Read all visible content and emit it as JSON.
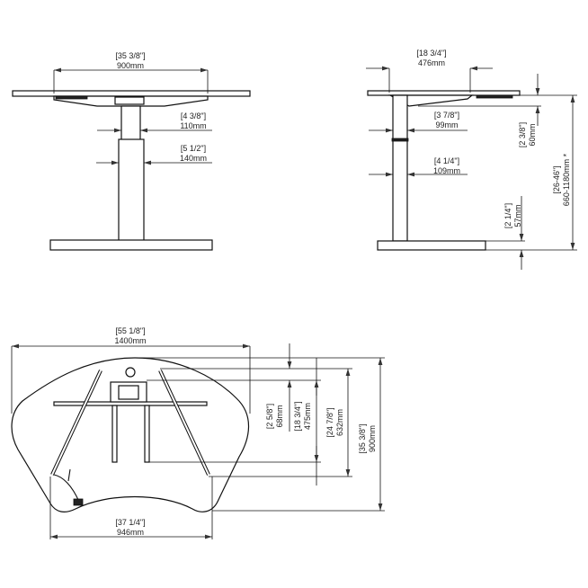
{
  "front_view": {
    "width": {
      "inch": "[35 3/8\"]",
      "mm": "900mm"
    },
    "upper_column": {
      "inch": "[4 3/8\"]",
      "mm": "110mm"
    },
    "lower_column": {
      "inch": "[5 1/2\"]",
      "mm": "140mm"
    }
  },
  "side_view": {
    "depth": {
      "inch": "[18 3/4\"]",
      "mm": "476mm"
    },
    "upper_column": {
      "inch": "[3 7/8\"]",
      "mm": "99mm"
    },
    "lower_column": {
      "inch": "[4 1/4\"]",
      "mm": "109mm"
    },
    "frame_drop": {
      "inch": "[2 3/8\"]",
      "mm": "60mm"
    },
    "height_range": {
      "inch": "[26-46\"]",
      "mm": "660-1180mm *"
    },
    "base_height": {
      "inch": "[2 1/4\"]",
      "mm": "57mm"
    }
  },
  "plan_view": {
    "width": {
      "inch": "[55 1/8\"]",
      "mm": "1400mm"
    },
    "front_width": {
      "inch": "[37 1/4\"]",
      "mm": "946mm"
    },
    "hole_offset": {
      "inch": "[2 5/8\"]",
      "mm": "68mm"
    },
    "rail_depth": {
      "inch": "[18 3/4\"]",
      "mm": "475mm"
    },
    "leg_depth": {
      "inch": "[24 7/8\"]",
      "mm": "632mm"
    },
    "total_depth": {
      "inch": "[35 3/8\"]",
      "mm": "900mm"
    }
  }
}
